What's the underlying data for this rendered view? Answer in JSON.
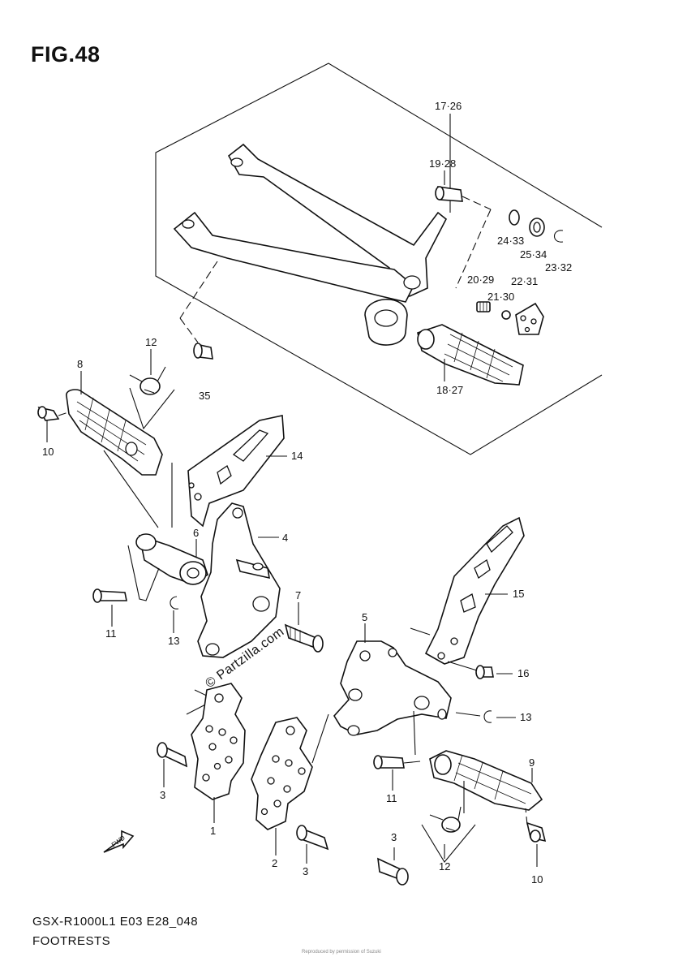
{
  "figure": {
    "title": "FIG.48",
    "model_code": "GSX-R1000L1 E03 E28_048",
    "group_name": "FOOTRESTS",
    "watermark": "© Partzilla.com",
    "fwd_label": "FWD",
    "fine_print": "Reproduced by permission of Suzuki"
  },
  "callouts": [
    {
      "id": "17-26",
      "text": "17·26"
    },
    {
      "id": "19-28",
      "text": "19·28"
    },
    {
      "id": "24-33",
      "text": "24·33"
    },
    {
      "id": "25-34",
      "text": "25·34"
    },
    {
      "id": "23-32",
      "text": "23·32"
    },
    {
      "id": "20-29",
      "text": "20·29"
    },
    {
      "id": "22-31",
      "text": "22·31"
    },
    {
      "id": "21-30",
      "text": "21·30"
    },
    {
      "id": "18-27",
      "text": "18·27"
    },
    {
      "id": "35",
      "text": "35"
    },
    {
      "id": "12a",
      "text": "12"
    },
    {
      "id": "8",
      "text": "8"
    },
    {
      "id": "10a",
      "text": "10"
    },
    {
      "id": "14",
      "text": "14"
    },
    {
      "id": "6",
      "text": "6"
    },
    {
      "id": "4",
      "text": "4"
    },
    {
      "id": "7",
      "text": "7"
    },
    {
      "id": "11a",
      "text": "11"
    },
    {
      "id": "13a",
      "text": "13"
    },
    {
      "id": "15",
      "text": "15"
    },
    {
      "id": "5",
      "text": "5"
    },
    {
      "id": "16",
      "text": "16"
    },
    {
      "id": "13b",
      "text": "13"
    },
    {
      "id": "9",
      "text": "9"
    },
    {
      "id": "3a",
      "text": "3"
    },
    {
      "id": "1",
      "text": "1"
    },
    {
      "id": "2",
      "text": "2"
    },
    {
      "id": "3b",
      "text": "3"
    },
    {
      "id": "11b",
      "text": "11"
    },
    {
      "id": "3c",
      "text": "3"
    },
    {
      "id": "12b",
      "text": "12"
    },
    {
      "id": "10b",
      "text": "10"
    }
  ]
}
